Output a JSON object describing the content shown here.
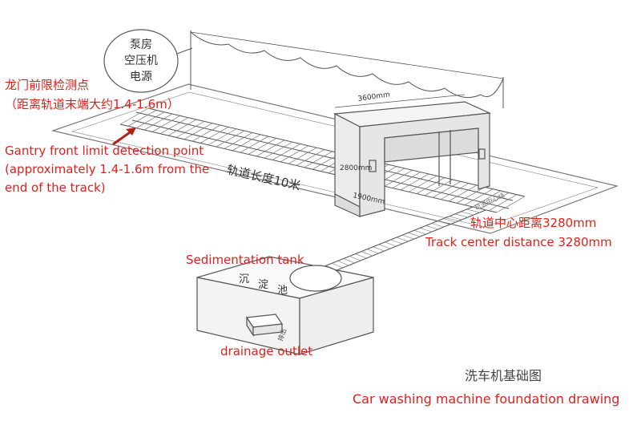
{
  "pump_room_label": [
    "泵房",
    "空压机",
    "电源"
  ],
  "dimension_width": "3600mm",
  "dimension_height": "2800mm",
  "dimension_depth": "1900mm",
  "track_length": "轨道长度10米",
  "rail_side_marker": "轨道中心线",
  "sedimentation_label": [
    "沉",
    "淀",
    "池"
  ],
  "outlet_label": "排出",
  "gantry_limit_cn": [
    "龙门前限检测点",
    "（距离轨道末端大约1.4-1.6m）"
  ],
  "gantry_limit_en": [
    "Gantry front limit detection point",
    "(approximately 1.4-1.6m from the",
    "end of the track)"
  ],
  "track_center_cn": "轨道中心距离3280mm",
  "track_center_en": "Track center distance 3280mm",
  "sedimentation_en": "Sedimentation tank",
  "drainage_en": "drainage outlet",
  "drawing_title_cn": "洗车机基础图",
  "drawing_title_en": "Car washing machine foundation drawing",
  "colors": {
    "annotation": "#e0201a",
    "line": "#555555",
    "arrow": "#b0221c"
  }
}
